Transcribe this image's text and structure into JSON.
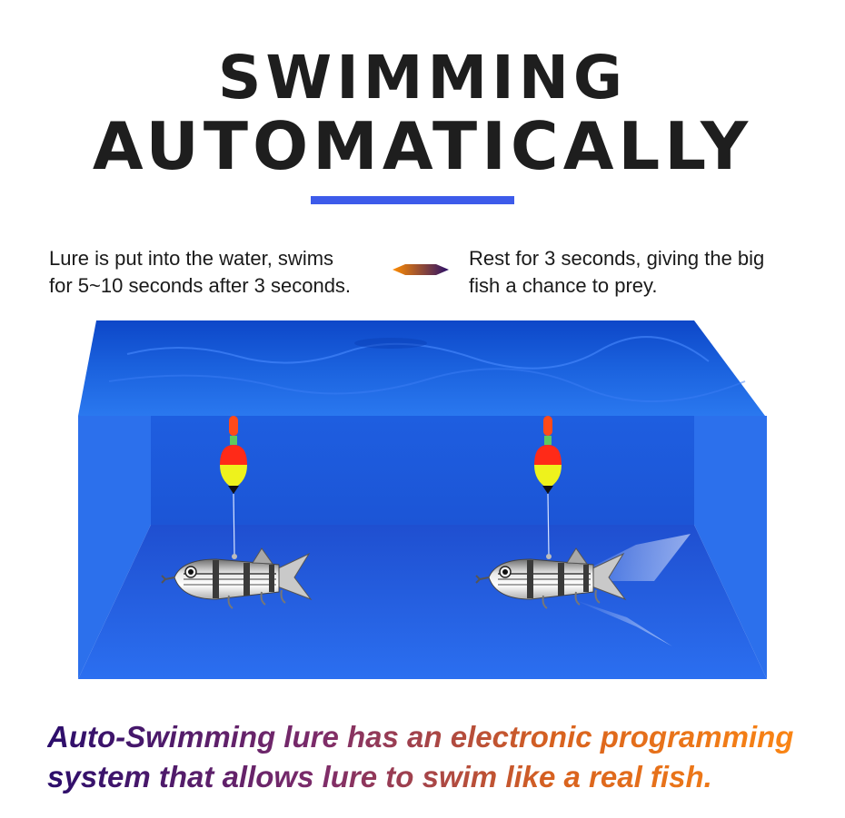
{
  "heading": {
    "line1": "SWIMMING",
    "line2": "AUTOMATICALLY",
    "accent_color": "#3d5bea"
  },
  "steps": {
    "swim_text": "Lure is put into the water, swims for 5~10 seconds after 3 seconds.",
    "rest_text": "Rest for 3 seconds, giving the big fish a chance to prey.",
    "connector_icon": "double-arrow-icon"
  },
  "scene": {
    "water_color": "#1f5fd6",
    "float_colors": [
      "#ff4a1a",
      "#e8ef1a",
      "#111111"
    ],
    "icons": [
      "float-bobber-icon",
      "segmented-fish-lure-icon"
    ]
  },
  "tagline": {
    "line1": "Auto-Swimming lure has an electronic programming",
    "line2": "system that allows lure to swim like a real fish.",
    "gradient": [
      "#2b0d6b",
      "#ff8a12"
    ]
  }
}
